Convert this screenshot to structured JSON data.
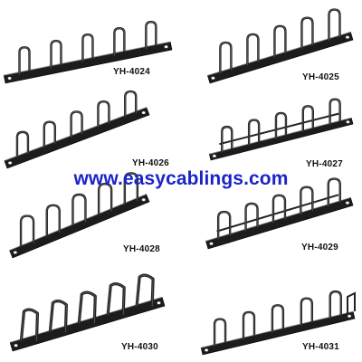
{
  "watermark": {
    "text": "www.easycablings.com",
    "color": "#1a24c8"
  },
  "products": [
    {
      "model": "YH-4024",
      "style": "open-rings",
      "ring_count": 5
    },
    {
      "model": "YH-4025",
      "style": "open-rings",
      "ring_count": 5
    },
    {
      "model": "YH-4026",
      "style": "tall-loops",
      "ring_count": 5
    },
    {
      "model": "YH-4027",
      "style": "loops-with-rail",
      "ring_count": 5
    },
    {
      "model": "YH-4028",
      "style": "tall-loops",
      "ring_count": 5
    },
    {
      "model": "YH-4029",
      "style": "loops-with-rail",
      "ring_count": 5
    },
    {
      "model": "YH-4030",
      "style": "wide-rings",
      "ring_count": 5
    },
    {
      "model": "YH-4031",
      "style": "open-rings-with-end-bracket",
      "ring_count": 5
    }
  ],
  "colors": {
    "bar": "#1c1c1c",
    "ring": "#222222",
    "highlight": "#8a8a8a",
    "background": "#ffffff"
  }
}
